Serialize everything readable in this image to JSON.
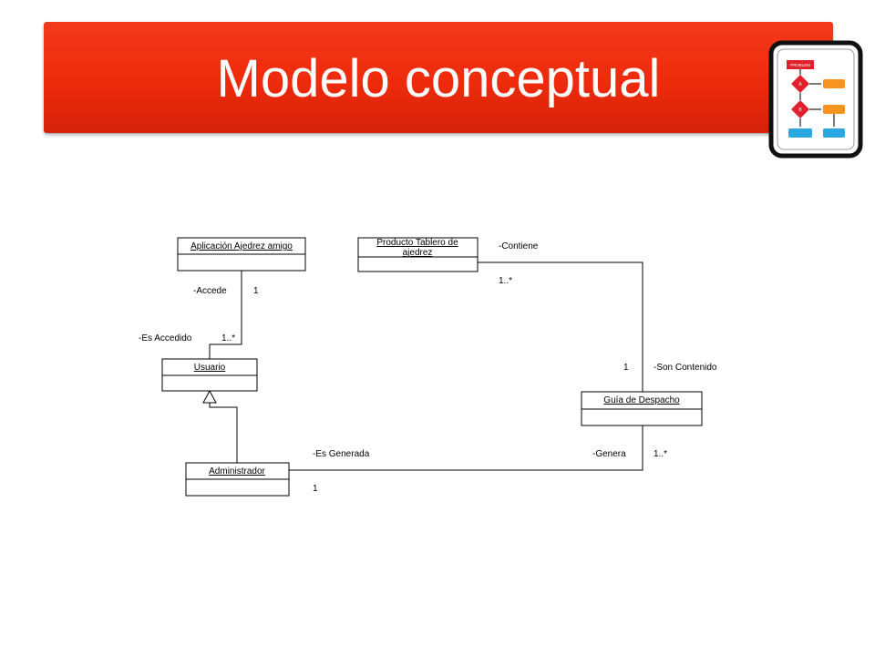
{
  "slide": {
    "title": "Modelo conceptual"
  },
  "icon": {
    "name": "flowchart-icon",
    "label_problem": "PROBLEM",
    "label_a": "A",
    "label_b": "B"
  },
  "colors": {
    "title_bar": "#ee2a0c",
    "title_text": "#ffffff",
    "icon_problem": "#e0202a",
    "icon_decision": "#e0202a",
    "icon_process": "#f7941d",
    "icon_terminal": "#2aa7e0"
  },
  "diagram": {
    "classes": {
      "aplicacion": "Aplicación Ajedrez amigo",
      "producto_line1": "Producto Tablero de",
      "producto_line2": "ajedrez",
      "usuario": "Usuario",
      "guia": "Guía de Despacho",
      "administrador": "Administrador"
    },
    "associations": {
      "accede": {
        "role_a": "-Accede",
        "mult_a": "1",
        "role_b": "-Es Accedido",
        "mult_b": "1..*"
      },
      "contiene": {
        "role_a": "-Contiene",
        "mult_a": "1..*",
        "role_b": "-Son Contenido",
        "mult_b": "1"
      },
      "genera": {
        "role_a": "-Es Generada",
        "mult_a": "1",
        "role_b": "-Genera",
        "mult_b": "1..*"
      }
    },
    "generalization": {
      "child": "Administrador",
      "parent": "Usuario"
    }
  }
}
